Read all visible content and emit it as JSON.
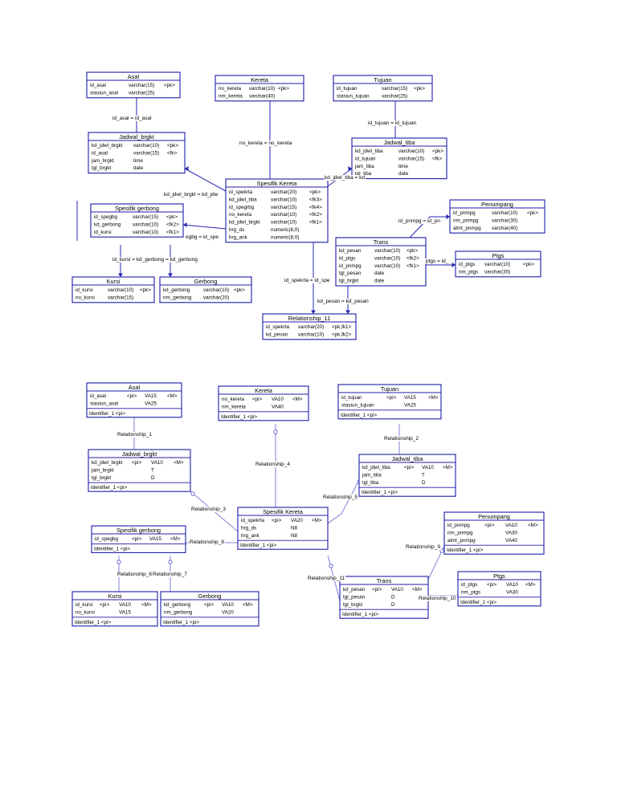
{
  "diagram_top": {
    "entities": [
      {
        "id": "asal",
        "title": "Asal",
        "rows": [
          [
            "id_asal",
            "varchar(15)",
            "<pk>"
          ],
          [
            "stasiun_asal",
            "varchar(25)",
            ""
          ]
        ]
      },
      {
        "id": "kereta",
        "title": "Kereta",
        "rows": [
          [
            "no_kereta",
            "varchar(10)",
            "<pk>"
          ],
          [
            "nm_kereta",
            "varchar(40)",
            ""
          ]
        ]
      },
      {
        "id": "tujuan",
        "title": "Tujuan",
        "rows": [
          [
            "id_tujuan",
            "varchar(15)",
            "<pk>"
          ],
          [
            "stasiun_tujuan",
            "varchar(25)",
            ""
          ]
        ]
      },
      {
        "id": "jadwal_brgkt",
        "title": "Jadwal_brgkt",
        "rows": [
          [
            "kd_jdwl_brgkt",
            "varchar(10)",
            "<pk>"
          ],
          [
            "id_asal",
            "varchar(15)",
            "<fk>"
          ],
          [
            "jam_brgkt",
            "time",
            ""
          ],
          [
            "tgl_brgkt",
            "date",
            ""
          ]
        ]
      },
      {
        "id": "jadwal_tiba",
        "title": "Jadwal_tiba",
        "rows": [
          [
            "kd_jdwl_tiba",
            "varchar(10)",
            "<pk>"
          ],
          [
            "id_tujuan",
            "varchar(15)",
            "<fk>"
          ],
          [
            "jam_tiba",
            "time",
            ""
          ],
          [
            "tgl_tiba",
            "date",
            ""
          ]
        ]
      },
      {
        "id": "spesifik_kereta",
        "title": "Spesifik Kereta",
        "rows": [
          [
            "id_spekrta",
            "varchar(20)",
            "<pk>"
          ],
          [
            "kd_jdwl_tiba",
            "varchar(10)",
            "<fk3>"
          ],
          [
            "id_spegrbg",
            "varchar(15)",
            "<fk4>"
          ],
          [
            "no_kereta",
            "varchar(10)",
            "<fk2>"
          ],
          [
            "kd_jdwl_brgkt",
            "varchar(10)",
            "<fk1>"
          ],
          [
            "hrg_ds",
            "numeric(8,0)",
            ""
          ],
          [
            "hrg_ank",
            "numeric(8,0)",
            ""
          ]
        ]
      },
      {
        "id": "spesifik_gerbong",
        "title": "Spesifik gerbong",
        "rows": [
          [
            "id_spegbg",
            "varchar(15)",
            "<pk>"
          ],
          [
            "kd_gerbong",
            "varchar(10)",
            "<fk2>"
          ],
          [
            "id_kursi",
            "varchar(10)",
            "<fk1>"
          ]
        ]
      },
      {
        "id": "penumpang",
        "title": "Penumpang",
        "rows": [
          [
            "id_pnmpg",
            "varchar(10)",
            "<pk>"
          ],
          [
            "nm_pnmpg",
            "varchar(30)",
            ""
          ],
          [
            "almt_pnmpg",
            "varchar(40)",
            ""
          ]
        ]
      },
      {
        "id": "trans",
        "title": "Trans",
        "rows": [
          [
            "kd_pesan",
            "varchar(10)",
            "<pk>"
          ],
          [
            "id_ptgs",
            "varchar(10)",
            "<fk2>"
          ],
          [
            "id_pnmpg",
            "varchar(10)",
            "<fk1>"
          ],
          [
            "tgl_pesan",
            "date",
            ""
          ],
          [
            "tgl_brgkt",
            "date",
            ""
          ]
        ]
      },
      {
        "id": "ptgs",
        "title": "Ptgs",
        "rows": [
          [
            "id_ptgs",
            "varchar(10)",
            "<pk>"
          ],
          [
            "nm_ptgs",
            "varchar(30)",
            ""
          ]
        ]
      },
      {
        "id": "kursi",
        "title": "Kursi",
        "rows": [
          [
            "id_kursi",
            "varchar(10)",
            "<pk>"
          ],
          [
            "no_kursi",
            "varchar(15)",
            ""
          ]
        ]
      },
      {
        "id": "gerbong",
        "title": "Gerbong",
        "rows": [
          [
            "kd_gerbong",
            "varchar(10)",
            "<pk>"
          ],
          [
            "nm_gerbong",
            "varchar(20)",
            ""
          ]
        ]
      },
      {
        "id": "relationship_11",
        "title": "Relationship_11",
        "rows": [
          [
            "id_spekrta",
            "varchar(20)",
            "<pk,fk1>"
          ],
          [
            "kd_pesan",
            "varchar(10)",
            "<pk,fk2>"
          ]
        ]
      }
    ],
    "labels": [
      {
        "id": "asal_fk",
        "text": "id_asal = id_asal"
      },
      {
        "id": "kereta_fk",
        "text": "no_kereta = no_kereta"
      },
      {
        "id": "tujuan_fk",
        "text": "id_tujuan = id_tujuan"
      },
      {
        "id": "brgkt_fk",
        "text": "kd_jdwl_brgkt = kd_jdw"
      },
      {
        "id": "tiba_fk",
        "text": "kd_jdwl_tiba = kd"
      },
      {
        "id": "spegbg_fk",
        "text": "egbg = id_spe"
      },
      {
        "id": "kursi_fk",
        "text": "id_kursi = kd_gerbong = kd_gerbong"
      },
      {
        "id": "pnmpg_fk",
        "text": "id_pnmpg = id_pn"
      },
      {
        "id": "ptgs_fk",
        "text": "ptgs = id_"
      },
      {
        "id": "spekrta_fk",
        "text": "id_spekrta = id_spe"
      },
      {
        "id": "pesan_fk",
        "text": "kd_pesan = kd_pesan"
      }
    ]
  },
  "diagram_bottom": {
    "entities": [
      {
        "id": "asal",
        "title": "Asal",
        "rows": [
          [
            "id_asal",
            "<pi>",
            "VA15",
            "<M>"
          ],
          [
            "stasiun_asal",
            "",
            "VA25",
            ""
          ]
        ],
        "footer": "Identifier_1 <pi>"
      },
      {
        "id": "kereta",
        "title": "Kereta",
        "rows": [
          [
            "no_kereta",
            "<pi>",
            "VA10",
            "<M>"
          ],
          [
            "nm_kereta",
            "",
            "VA40",
            ""
          ]
        ],
        "footer": "Identifier_1 <pi>"
      },
      {
        "id": "tujuan",
        "title": "Tujuan",
        "rows": [
          [
            "id_tujuan",
            "<pi>",
            "VA15",
            "<M>"
          ],
          [
            "stasiun_tujuan",
            "",
            "VA25",
            ""
          ]
        ],
        "footer": "Identifier_1 <pi>"
      },
      {
        "id": "jadwal_brgkt",
        "title": "Jadwal_brgkt",
        "rows": [
          [
            "kd_jdwl_brgkt",
            "<pi>",
            "VA10",
            "<M>"
          ],
          [
            "jam_brgkt",
            "",
            "T",
            ""
          ],
          [
            "tgl_brgkt",
            "",
            "D",
            ""
          ]
        ],
        "footer": "Identifier_1 <pi>"
      },
      {
        "id": "jadwal_tiba",
        "title": "Jadwal_tiba",
        "rows": [
          [
            "kd_jdwl_tiba",
            "<pi>",
            "VA10",
            "<M>"
          ],
          [
            "jam_tiba",
            "",
            "T",
            ""
          ],
          [
            "tgl_tiba",
            "",
            "D",
            ""
          ]
        ],
        "footer": "Identifier_1 <pi>"
      },
      {
        "id": "spesifik_kereta",
        "title": "Spesifik Kereta",
        "rows": [
          [
            "id_spekrta",
            "<pi>",
            "VA20",
            "<M>"
          ],
          [
            "hrg_ds",
            "",
            "N8",
            ""
          ],
          [
            "hrg_ank",
            "",
            "N8",
            ""
          ]
        ],
        "footer": "Identifier_1 <pi>"
      },
      {
        "id": "spesifik_gerbong",
        "title": "Spesifik gerbong",
        "rows": [
          [
            "id_spegbg",
            "<pi>",
            "VA15",
            "<M>"
          ]
        ],
        "footer": "Identifier_1 <pi>"
      },
      {
        "id": "penumpang",
        "title": "Penumpang",
        "rows": [
          [
            "id_pnmpg",
            "<pi>",
            "VA10",
            "<M>"
          ],
          [
            "nm_pnmpg",
            "",
            "VA30",
            ""
          ],
          [
            "almt_pnmpg",
            "",
            "VA40",
            ""
          ]
        ],
        "footer": "Identifier_1 <pi>"
      },
      {
        "id": "ptgs",
        "title": "Ptgs",
        "rows": [
          [
            "id_ptgs",
            "<pi>",
            "VA10",
            "<M>"
          ],
          [
            "nm_ptgs",
            "",
            "VA30",
            ""
          ]
        ],
        "footer": "Identifier_1 <pi>"
      },
      {
        "id": "trans",
        "title": "Trans",
        "rows": [
          [
            "kd_pesan",
            "<pi>",
            "VA10",
            "<M>"
          ],
          [
            "tgl_pesan",
            "",
            "D",
            ""
          ],
          [
            "tgl_brgkt",
            "",
            "D",
            ""
          ]
        ],
        "footer": "Identifier_1 <pi>"
      },
      {
        "id": "kursi",
        "title": "Kursi",
        "rows": [
          [
            "id_kursi",
            "<pi>",
            "VA10",
            "<M>"
          ],
          [
            "no_kursi",
            "",
            "VA15",
            ""
          ]
        ],
        "footer": "Identifier_1 <pi>"
      },
      {
        "id": "gerbong",
        "title": "Gerbong",
        "rows": [
          [
            "kd_gerbong",
            "<pi>",
            "VA10",
            "<M>"
          ],
          [
            "nm_gerbong",
            "",
            "VA20",
            ""
          ]
        ],
        "footer": "Identifier_1 <pi>"
      }
    ],
    "labels": [
      {
        "id": "rel1",
        "text": "Relationship_1"
      },
      {
        "id": "rel2",
        "text": "Relationship_2"
      },
      {
        "id": "rel4",
        "text": "Relationship_4"
      },
      {
        "id": "rel5",
        "text": "Relationship_5"
      },
      {
        "id": "rel3",
        "text": "Relationship_3"
      },
      {
        "id": "rel8",
        "text": "Relationship_8"
      },
      {
        "id": "rel6",
        "text": "Relationship_6"
      },
      {
        "id": "rel7",
        "text": "Relationship_7"
      },
      {
        "id": "rel11",
        "text": "Relationship_11"
      },
      {
        "id": "rel9",
        "text": "Relationship_9"
      },
      {
        "id": "rel10",
        "text": "Relationship_10"
      }
    ]
  },
  "colors": {
    "line": "#2424b4",
    "border": "#1c1ca8"
  }
}
